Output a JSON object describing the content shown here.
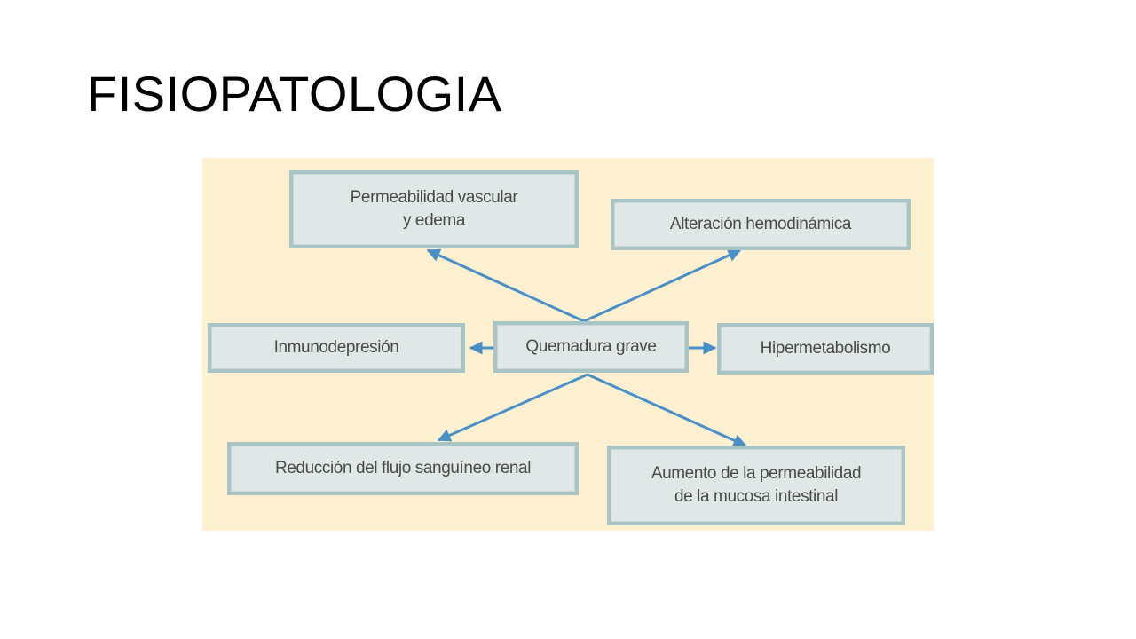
{
  "slide": {
    "title": "FISIOPATOLOGIA"
  },
  "diagram": {
    "colors": {
      "panel_background": "#fdf0d0",
      "box_fill": "#dfe8e6",
      "box_border": "#a8c4c4",
      "arrow": "#4a90c8",
      "text": "#4a4a4a"
    },
    "center": {
      "label": "Quemadura grave"
    },
    "nodes": {
      "top_left": "Permeabilidad vascular\ny edema",
      "top_right": "Alteración hemodinámica",
      "left": "Inmunodepresión",
      "right": "Hipermetabolismo",
      "bottom_left": "Reducción del flujo sanguíneo renal",
      "bottom_right": "Aumento de la permeabilidad\nde la mucosa intestinal"
    }
  }
}
